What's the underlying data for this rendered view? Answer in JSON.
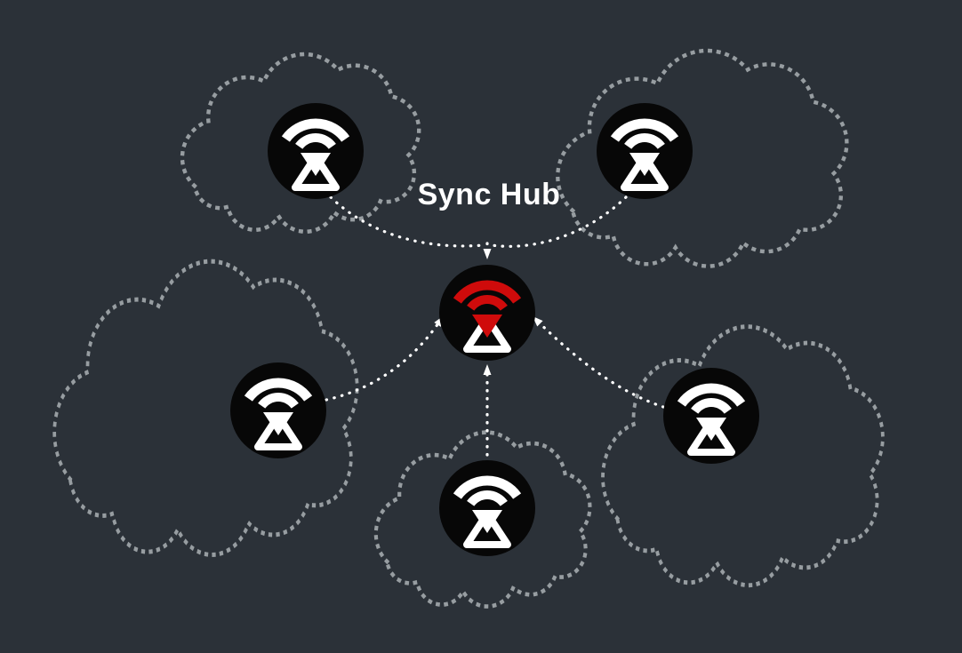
{
  "diagram": {
    "title": "Sync Hub",
    "colors": {
      "background": "#2b3138",
      "cloud_outline": "#979da1",
      "arrow": "#ffffff",
      "node_fill": "#070707",
      "glyph": "#ffffff",
      "hub_accent": "#cf0b0b",
      "title_text": "#ffffff"
    },
    "hub": {
      "id": "hub",
      "icon": "sync-signal-icon",
      "accent": "#cf0b0b"
    },
    "peers": [
      {
        "id": "top-left",
        "icon": "sync-signal-icon"
      },
      {
        "id": "top-right",
        "icon": "sync-signal-icon"
      },
      {
        "id": "left",
        "icon": "sync-signal-icon"
      },
      {
        "id": "right",
        "icon": "sync-signal-icon"
      },
      {
        "id": "bottom",
        "icon": "sync-signal-icon"
      }
    ],
    "connections": [
      {
        "from": "top-left",
        "to": "hub"
      },
      {
        "from": "top-right",
        "to": "hub"
      },
      {
        "from": "left",
        "to": "hub"
      },
      {
        "from": "right",
        "to": "hub"
      },
      {
        "from": "bottom",
        "to": "hub"
      }
    ]
  }
}
